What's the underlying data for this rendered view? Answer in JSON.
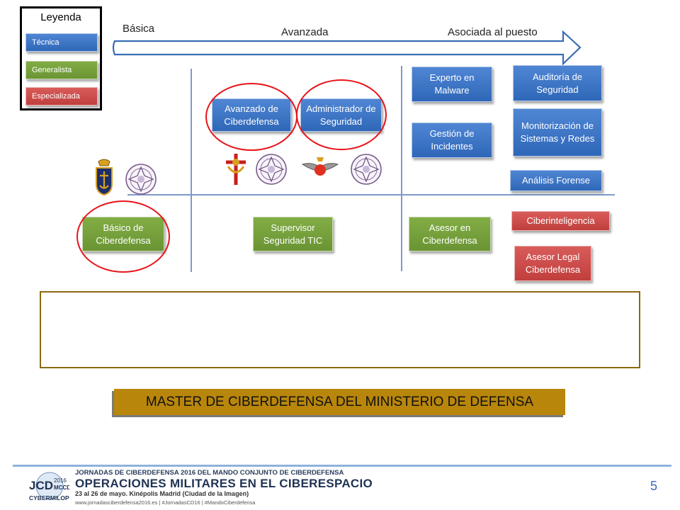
{
  "legend": {
    "title": "Leyenda",
    "items": [
      {
        "label": "Técnica",
        "color": "#3a74c4"
      },
      {
        "label": "Generalista",
        "color": "#77a03c"
      },
      {
        "label": "Especializada",
        "color": "#cf4d4b"
      }
    ]
  },
  "stages": {
    "basic": "Básica",
    "advanced": "Avanzada",
    "job": "Asociada al puesto"
  },
  "courses": {
    "avanzado_ciberdefensa": "Avanzado de Ciberdefensa",
    "administrador_seguridad": "Administrador de Seguridad",
    "experto_malware": "Experto en Malware",
    "gestion_incidentes": "Gestión de Incidentes",
    "auditoria_seguridad": "Auditoría de Seguridad",
    "monitorizacion": "Monitorización de Sistemas y Redes",
    "analisis_forense": "Análisis Forense",
    "basico_ciberdefensa": "Básico de Ciberdefensa",
    "supervisor_tic": "Supervisor Seguridad TIC",
    "asesor_ciberdefensa": "Asesor en Ciberdefensa",
    "ciberinteligencia": "Ciberinteligencia",
    "asesor_legal": "Asesor Legal Ciberdefensa"
  },
  "master": {
    "label": "MASTER DE CIBERDEFENSA DEL MINISTERIO DE DEFENSA"
  },
  "footer": {
    "line1": "JORNADAS DE CIBERDEFENSA 2016 DEL MANDO CONJUNTO DE CIBERDEFENSA",
    "line2": "OPERACIONES MILITARES EN EL CIBERESPACIO",
    "line3": "23 al 26 de mayo. Kinépolis Madrid (Ciudad de la Imagen)",
    "line4": "www.jornadasciberdefensa2016.es  |  #JornadasCD16  |  #MandoCiberdefensa",
    "logo_top": "JCD",
    "logo_year": "2016",
    "logo_sub": "MCCD",
    "logo_bottom": "CYBERMILOPS",
    "page": "5"
  },
  "colors": {
    "accent_ring": "#e8141a",
    "axis": "#7f99c7",
    "master_bar": "#b8860b"
  }
}
